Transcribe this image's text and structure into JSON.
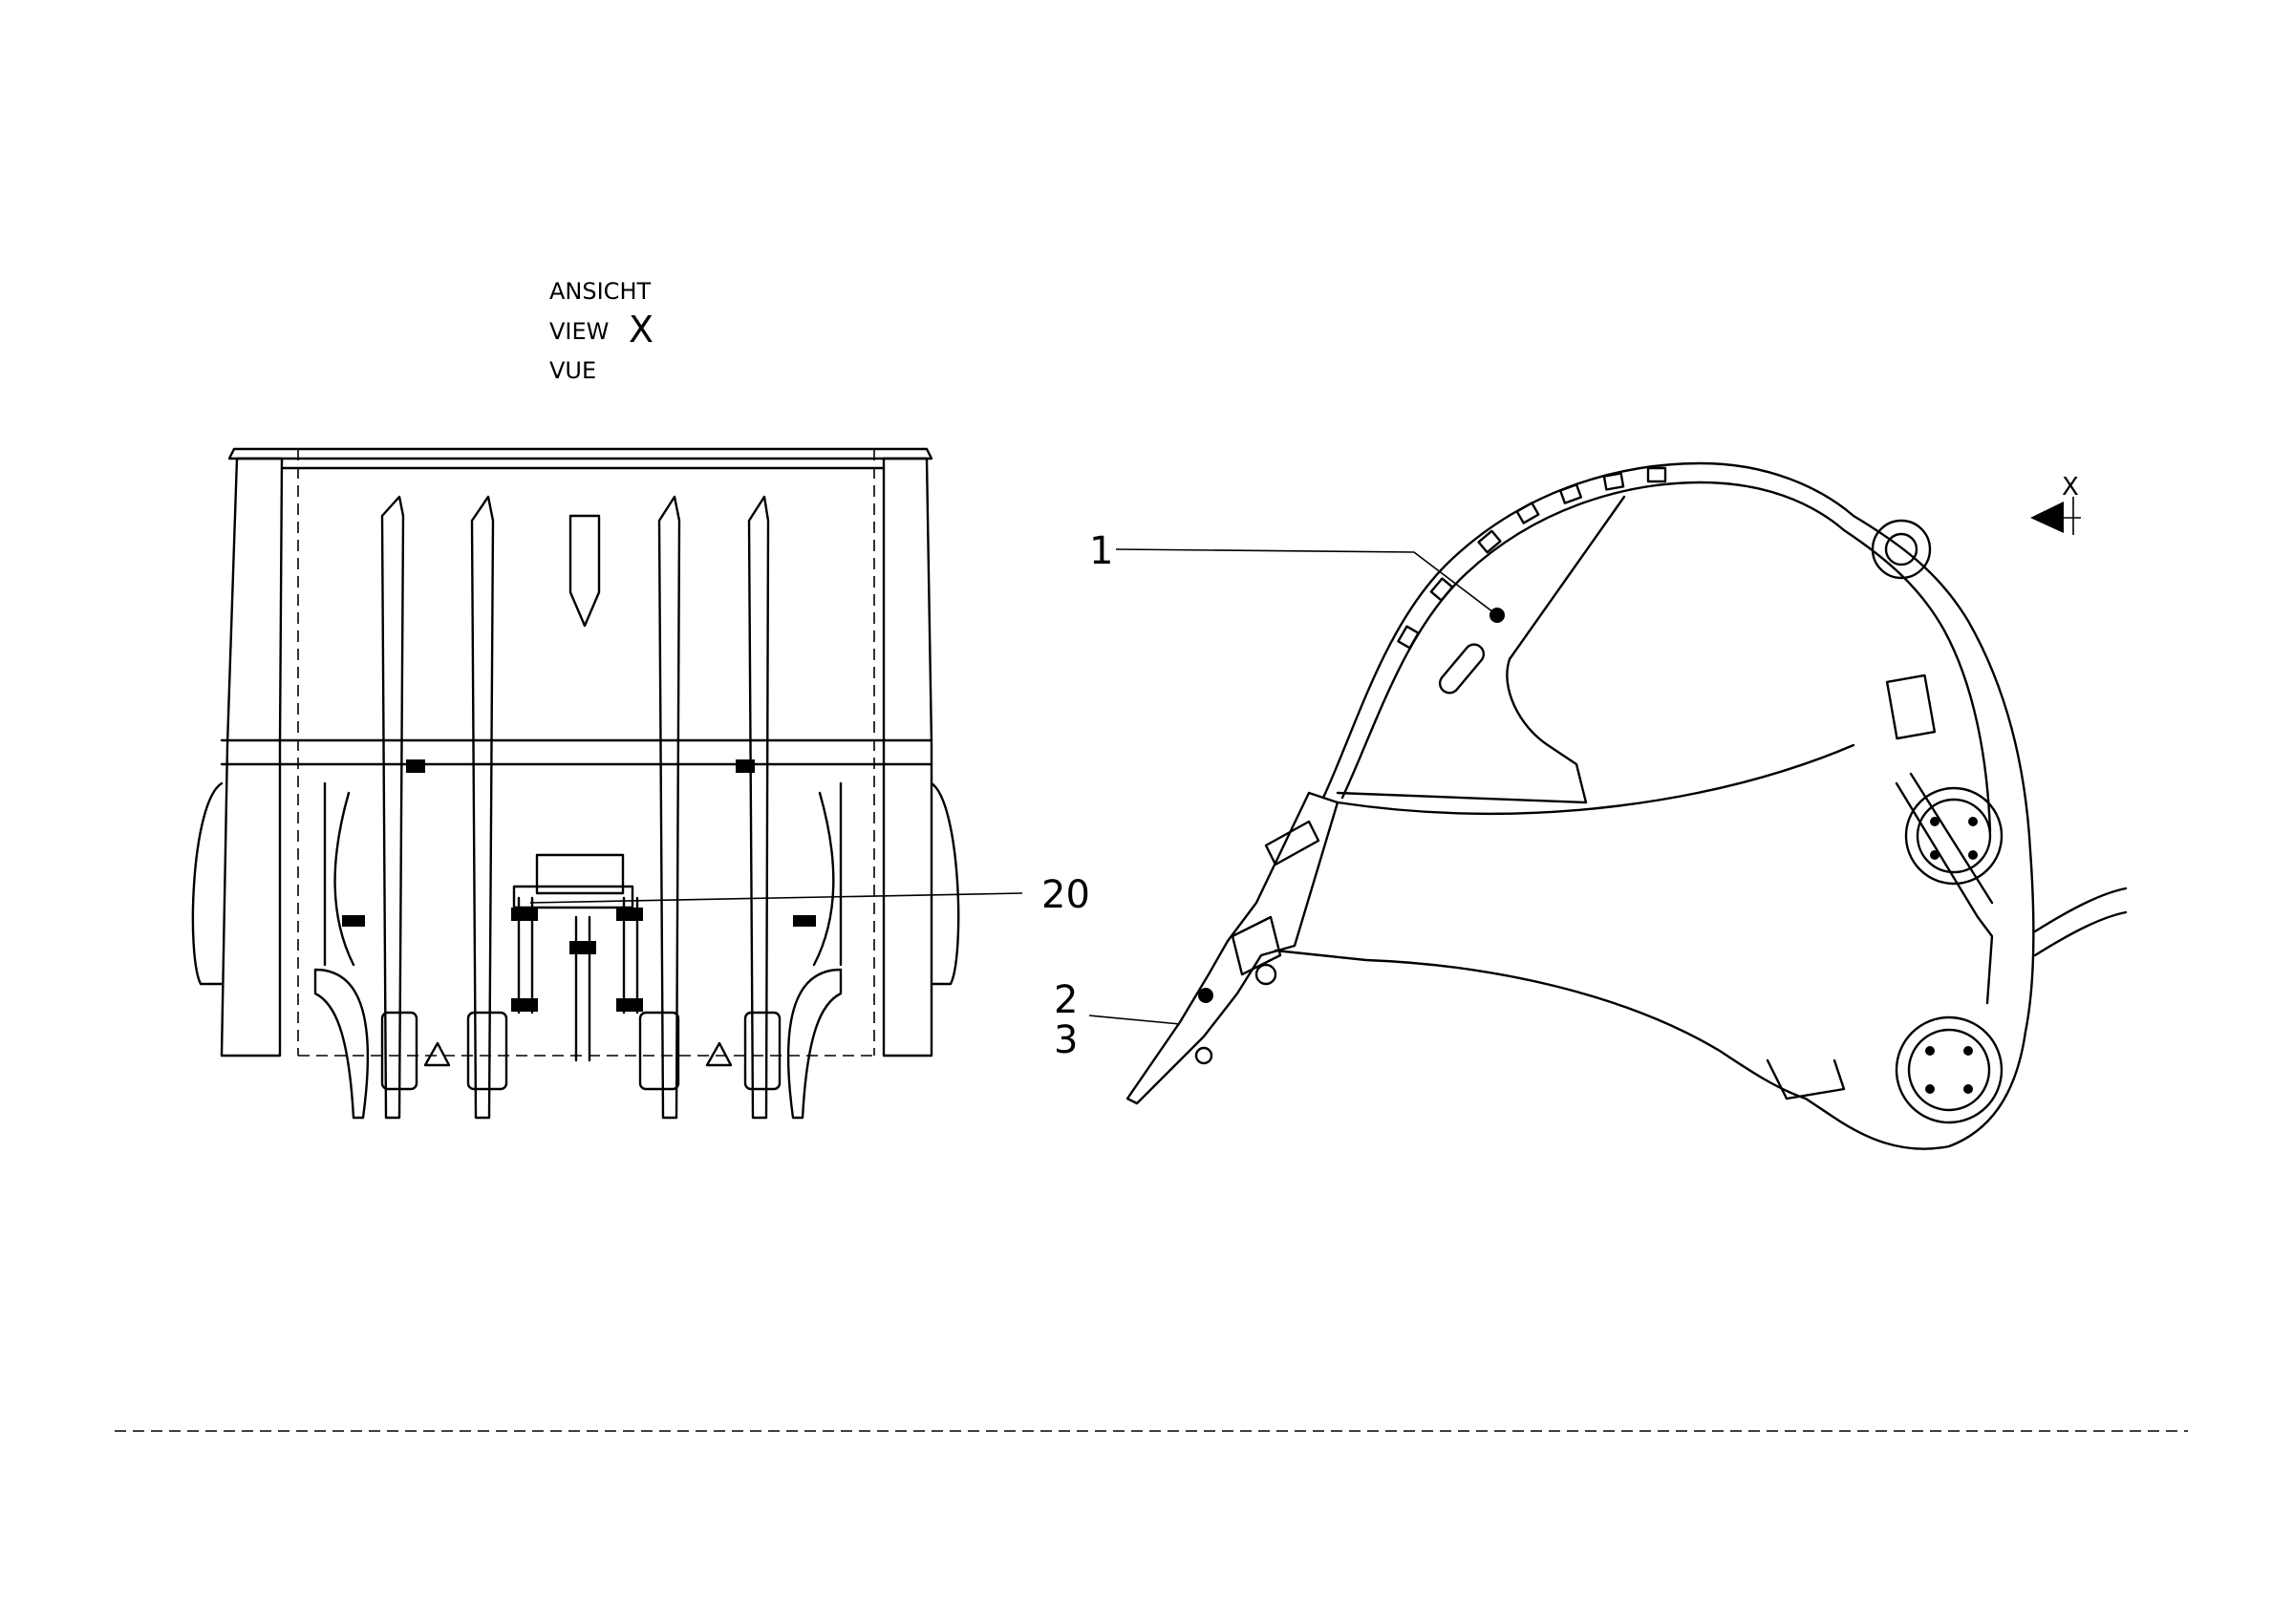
{
  "view_label": {
    "line1": "ANSICHT",
    "line2": "VIEW",
    "line3": "VUE",
    "letter": "X"
  },
  "direction_marker": {
    "letter": "X"
  },
  "callouts": {
    "bucket": "1",
    "tooth_a": "2",
    "tooth_b": "3",
    "view_part": "20"
  }
}
